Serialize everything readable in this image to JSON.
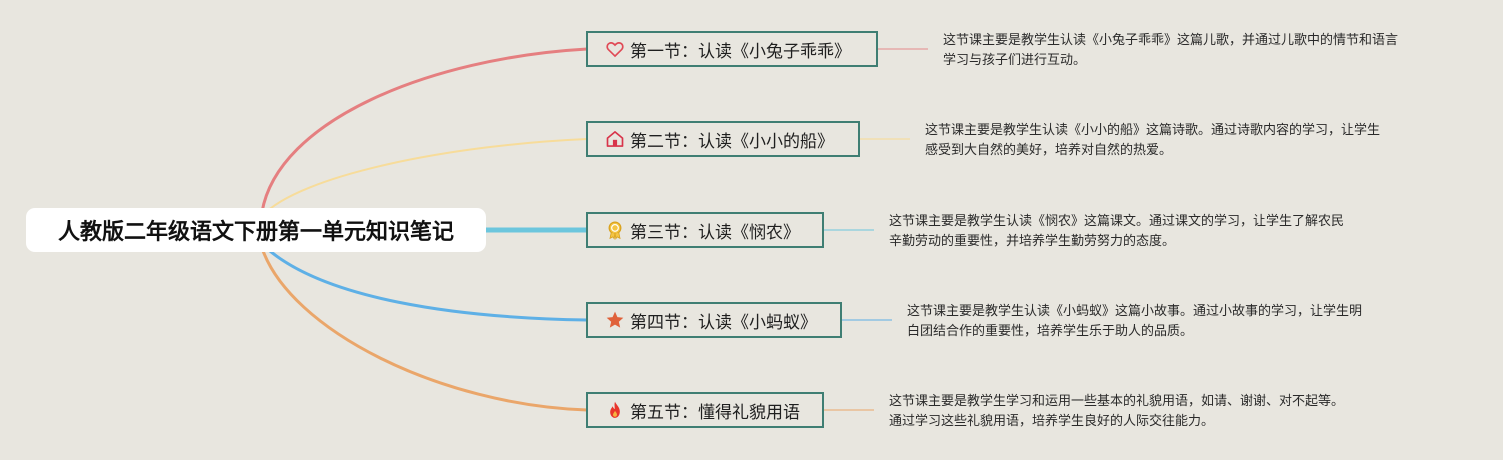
{
  "title": "人教版二年级语文下册第一单元知识笔记",
  "colors": {
    "background": "#e8e6df",
    "node_border": "#3f7e73",
    "branch_1": "#e57f80",
    "branch_2": "#f7dc9a",
    "branch_3": "#6cc6dd",
    "branch_4": "#5eb0e6",
    "branch_5": "#eaa66a"
  },
  "sections": [
    {
      "icon": "heart-icon",
      "label": "第一节：认读《小兔子乖乖》",
      "note_lines": [
        "这节课主要是教学生认读《小兔子乖乖》这篇儿歌，并通过儿歌中的情节和语言",
        "学习与孩子们进行互动。"
      ]
    },
    {
      "icon": "house-icon",
      "label": "第二节：认读《小小的船》",
      "note_lines": [
        "这节课主要是教学生认读《小小的船》这篇诗歌。通过诗歌内容的学习，让学生",
        "感受到大自然的美好，培养对自然的热爱。"
      ]
    },
    {
      "icon": "medal-icon",
      "label": "第三节：认读《悯农》",
      "note_lines": [
        "这节课主要是教学生认读《悯农》这篇课文。通过课文的学习，让学生了解农民",
        "辛勤劳动的重要性，并培养学生勤劳努力的态度。"
      ]
    },
    {
      "icon": "star-icon",
      "label": "第四节：认读《小蚂蚁》",
      "note_lines": [
        "这节课主要是教学生认读《小蚂蚁》这篇小故事。通过小故事的学习，让学生明",
        "白团结合作的重要性，培养学生乐于助人的品质。"
      ]
    },
    {
      "icon": "fire-icon",
      "label": "第五节：懂得礼貌用语",
      "note_lines": [
        "这节课主要是教学生学习和运用一些基本的礼貌用语，如请、谢谢、对不起等。",
        "通过学习这些礼貌用语，培养学生良好的人际交往能力。"
      ]
    }
  ]
}
